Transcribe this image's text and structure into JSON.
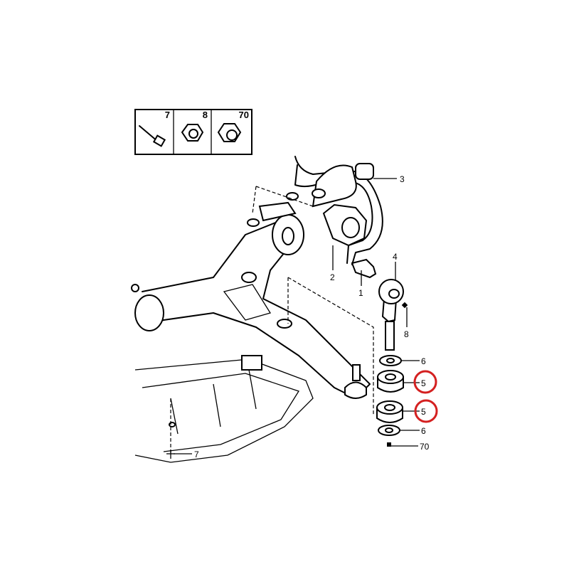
{
  "legend": {
    "items": [
      {
        "number": "7",
        "icon": "bolt-icon"
      },
      {
        "number": "8",
        "icon": "nut-icon"
      },
      {
        "number": "70",
        "icon": "lock-nut-icon"
      }
    ]
  },
  "callouts": {
    "c1": "1",
    "c2": "2",
    "c3": "3",
    "c4": "4",
    "c8": "8",
    "c6a": "6",
    "c5a": "5",
    "c5b": "5",
    "c6b": "6",
    "c70": "70",
    "c7": "7"
  },
  "colors": {
    "highlight": "#d42020"
  }
}
